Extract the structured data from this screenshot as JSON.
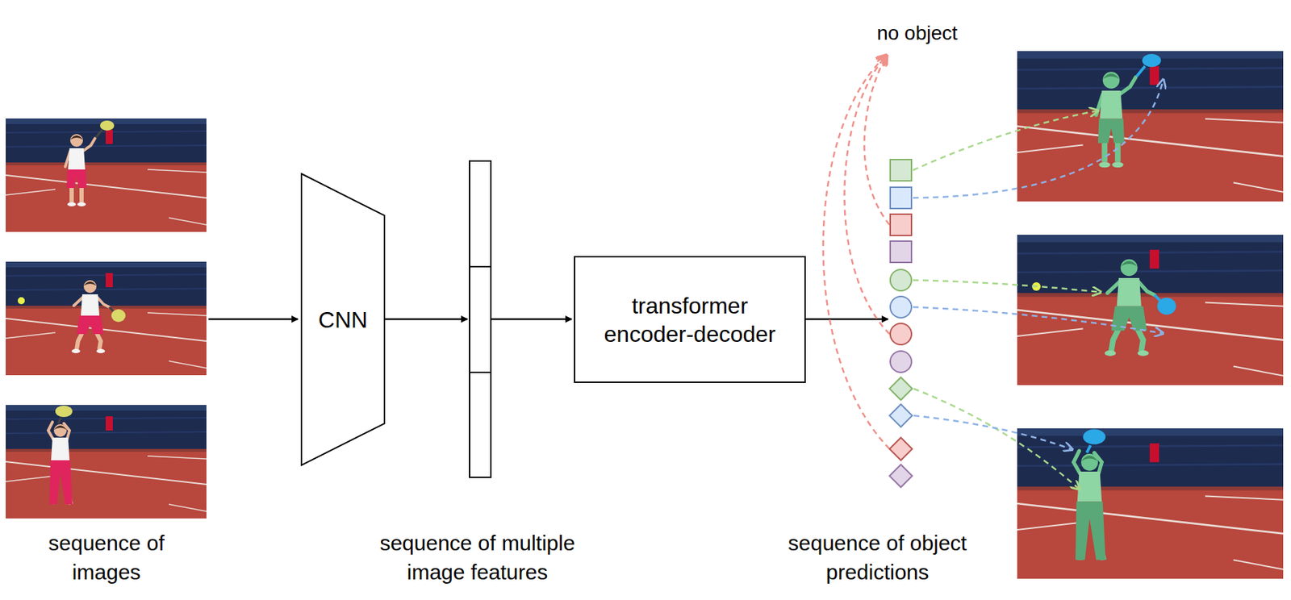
{
  "diagram": {
    "nodes": [
      {
        "text": [
          "CNN"
        ]
      },
      {
        "text": [
          "transformer encoder-decoder"
        ]
      }
    ],
    "labels": [
      "no object",
      "sequence of images",
      "sequence of multiple image features",
      "sequence of object predictions"
    ]
  }
}
